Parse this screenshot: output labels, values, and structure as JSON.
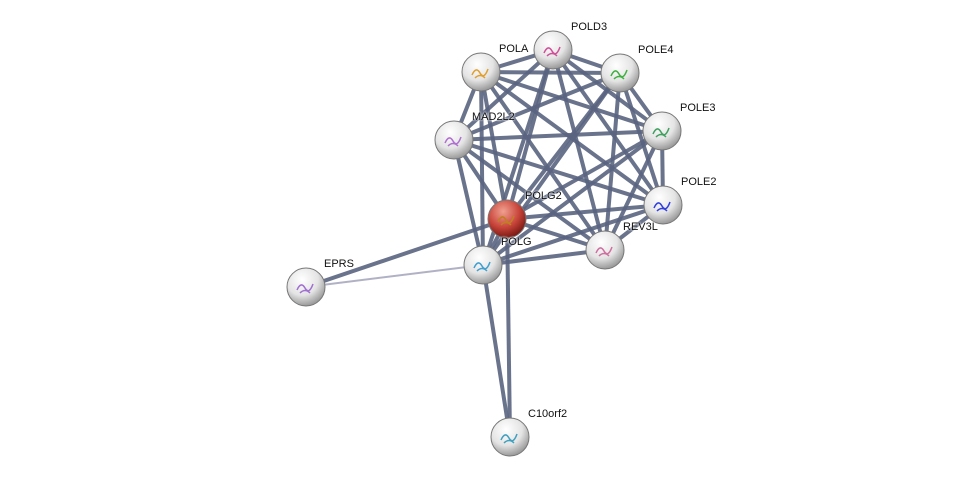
{
  "nodes": [
    {
      "id": "POLD3",
      "label": "POLD3",
      "query": false,
      "structure_color": "#d0509a"
    },
    {
      "id": "POLA",
      "label": "POLA",
      "query": false,
      "structure_color": "#e0a030"
    },
    {
      "id": "POLE4",
      "label": "POLE4",
      "query": false,
      "structure_color": "#40b040"
    },
    {
      "id": "MAD2L2",
      "label": "MAD2L2",
      "query": false,
      "structure_color": "#b070d0"
    },
    {
      "id": "POLE3",
      "label": "POLE3",
      "query": false,
      "structure_color": "#40a060"
    },
    {
      "id": "POLE2",
      "label": "POLE2",
      "query": false,
      "structure_color": "#3040e0"
    },
    {
      "id": "POLG2",
      "label": "POLG2",
      "query": true,
      "structure_color": "#c08020"
    },
    {
      "id": "REV3L",
      "label": "REV3L",
      "query": false,
      "structure_color": "#d070a0"
    },
    {
      "id": "POLG",
      "label": "POLG",
      "query": false,
      "structure_color": "#40a0d0"
    },
    {
      "id": "EPRS",
      "label": "EPRS",
      "query": false,
      "structure_color": "#a070d0"
    },
    {
      "id": "C10orf2",
      "label": "C10orf2",
      "query": false,
      "structure_color": "#40a0c0"
    }
  ],
  "edges": [
    [
      "POLA",
      "POLD3"
    ],
    [
      "POLA",
      "POLE4"
    ],
    [
      "POLA",
      "MAD2L2"
    ],
    [
      "POLA",
      "POLE3"
    ],
    [
      "POLA",
      "POLE2"
    ],
    [
      "POLA",
      "POLG2"
    ],
    [
      "POLA",
      "REV3L"
    ],
    [
      "POLA",
      "POLG"
    ],
    [
      "POLD3",
      "POLE4"
    ],
    [
      "POLD3",
      "MAD2L2"
    ],
    [
      "POLD3",
      "POLE3"
    ],
    [
      "POLD3",
      "POLE2"
    ],
    [
      "POLD3",
      "POLG2"
    ],
    [
      "POLD3",
      "REV3L"
    ],
    [
      "POLD3",
      "POLG"
    ],
    [
      "POLE4",
      "MAD2L2"
    ],
    [
      "POLE4",
      "POLE3"
    ],
    [
      "POLE4",
      "POLE2"
    ],
    [
      "POLE4",
      "POLG2"
    ],
    [
      "POLE4",
      "REV3L"
    ],
    [
      "POLE4",
      "POLG"
    ],
    [
      "MAD2L2",
      "POLE3"
    ],
    [
      "MAD2L2",
      "POLE2"
    ],
    [
      "MAD2L2",
      "POLG2"
    ],
    [
      "MAD2L2",
      "REV3L"
    ],
    [
      "MAD2L2",
      "POLG"
    ],
    [
      "POLE3",
      "POLE2"
    ],
    [
      "POLE3",
      "POLG2"
    ],
    [
      "POLE3",
      "REV3L"
    ],
    [
      "POLE3",
      "POLG"
    ],
    [
      "POLE2",
      "POLG2"
    ],
    [
      "POLE2",
      "REV3L"
    ],
    [
      "POLE2",
      "POLG"
    ],
    [
      "POLG2",
      "REV3L"
    ],
    [
      "POLG2",
      "POLG"
    ],
    [
      "REV3L",
      "POLG"
    ],
    [
      "EPRS",
      "POLG2"
    ],
    [
      "POLG",
      "C10orf2"
    ],
    [
      "POLG2",
      "C10orf2"
    ]
  ],
  "weak_edges": [
    [
      "EPRS",
      "POLG"
    ]
  ],
  "colors": {
    "edge": "#5a6480",
    "weak_edge": "#a8a8c0",
    "query_node": "#c0392b",
    "node": "#e8e8e8"
  }
}
